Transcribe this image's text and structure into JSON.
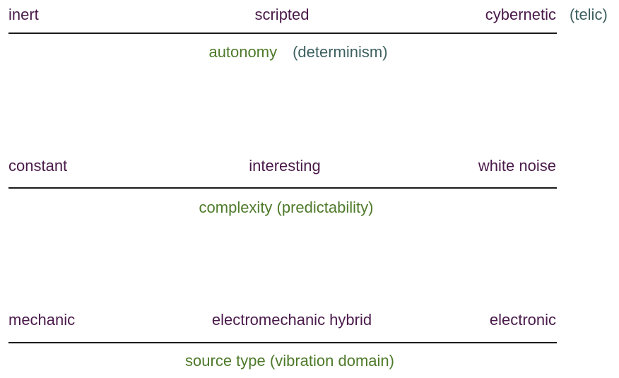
{
  "spectra": [
    {
      "left": "inert",
      "middle": "scripted",
      "right": "cybernetic",
      "right_extra": "(telic)",
      "caption_main": "autonomy",
      "caption_extra": "(determinism)"
    },
    {
      "left": "constant",
      "middle": "interesting",
      "right": "white noise",
      "caption_main": "complexity (predictability)"
    },
    {
      "left": "mechanic",
      "middle": "electromechanic hybrid",
      "right": "electronic",
      "caption_main": "source type (vibration domain)"
    }
  ],
  "colors": {
    "endpoint_text": "#4a1a4a",
    "caption_text": "#4e7a2a",
    "aside_text": "#3d6060",
    "rule": "#1a1a1a"
  }
}
